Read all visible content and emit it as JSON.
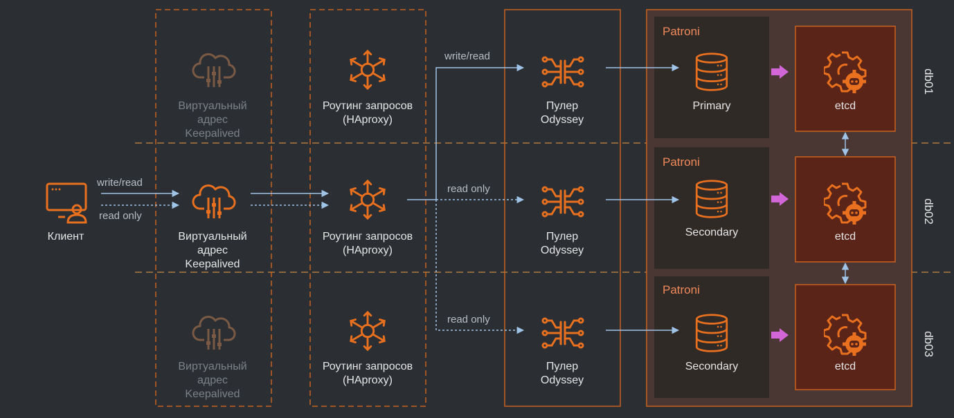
{
  "client": {
    "label": "Клиент"
  },
  "flows": {
    "write_read": "write/read",
    "read_only": "read only"
  },
  "vip": {
    "line1": "Виртуальный",
    "line2": "адрес",
    "line3": "Keepalived"
  },
  "router": {
    "line1": "Роутинг запросов",
    "line2": "(HAproxy)"
  },
  "pooler": {
    "line1": "Пулер",
    "line2": "Odyssey"
  },
  "patroni": "Patroni",
  "roles": [
    "Primary",
    "Secondary",
    "Secondary"
  ],
  "etcd": "etcd",
  "nodes": [
    "db01",
    "db02",
    "db03"
  ],
  "colors": {
    "background": "#2b2f34",
    "accent": "#e8701e",
    "dim_accent": "#7a5a44",
    "arrow": "#9fc4e8",
    "magenta_arrow": "#d266d6",
    "cluster_fill": "#4a3733",
    "patroni_fill": "#302a27",
    "etcd_fill": "#5a2418"
  },
  "icons": [
    "desktop-user-icon",
    "cloud-sliders-icon",
    "hub-arrows-icon",
    "pooler-icon",
    "database-icon",
    "gear-bot-icon"
  ]
}
